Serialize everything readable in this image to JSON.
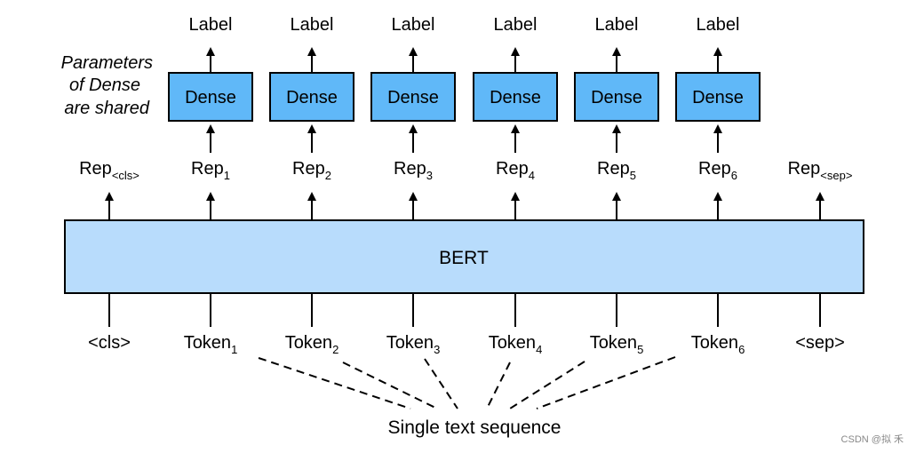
{
  "note": {
    "line1": "Parameters",
    "line2": "of Dense",
    "line3": "are shared"
  },
  "dense": {
    "label": "Label",
    "box_label": "Dense",
    "box_fill": "#60b8f8"
  },
  "bert": {
    "label": "BERT",
    "fill": "#b8dcfc"
  },
  "reps": [
    {
      "base": "Rep",
      "sub": "<cls>"
    },
    {
      "base": "Rep",
      "sub": "1"
    },
    {
      "base": "Rep",
      "sub": "2"
    },
    {
      "base": "Rep",
      "sub": "3"
    },
    {
      "base": "Rep",
      "sub": "4"
    },
    {
      "base": "Rep",
      "sub": "5"
    },
    {
      "base": "Rep",
      "sub": "6"
    },
    {
      "base": "Rep",
      "sub": "<sep>"
    }
  ],
  "tokens": [
    {
      "base": "<cls>",
      "sub": ""
    },
    {
      "base": "Token",
      "sub": "1"
    },
    {
      "base": "Token",
      "sub": "2"
    },
    {
      "base": "Token",
      "sub": "3"
    },
    {
      "base": "Token",
      "sub": "4"
    },
    {
      "base": "Token",
      "sub": "5"
    },
    {
      "base": "Token",
      "sub": "6"
    },
    {
      "base": "<sep>",
      "sub": ""
    }
  ],
  "sequence_label": "Single text sequence",
  "watermark": "CSDN @拟 禾"
}
